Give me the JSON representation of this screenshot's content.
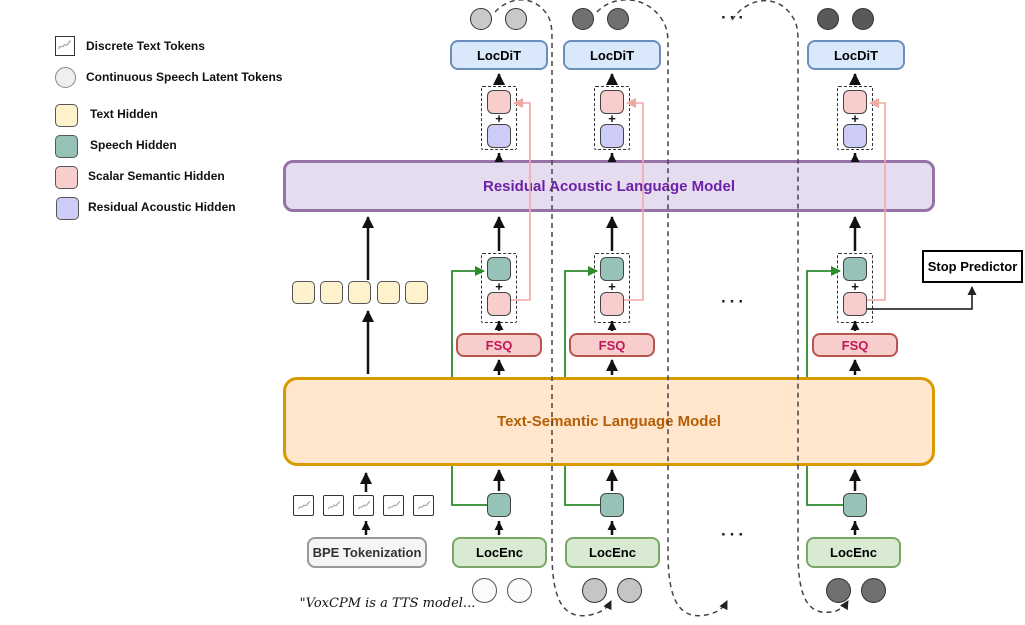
{
  "legend": {
    "items": [
      {
        "label": "Discrete Text Tokens",
        "swatch": "discrete-text-token"
      },
      {
        "label": "Continuous Speech Latent Tokens",
        "swatch": "speech-latent-circle"
      },
      {
        "label": "Text Hidden",
        "swatch": "text-hidden",
        "color": "#fdf2cc"
      },
      {
        "label": "Speech Hidden",
        "swatch": "speech-hidden",
        "color": "#96c2b8"
      },
      {
        "label": "Scalar Semantic Hidden",
        "swatch": "scalar-semantic-hidden",
        "color": "#f8cecc"
      },
      {
        "label": "Residual Acoustic Hidden",
        "swatch": "residual-acoustic-hidden",
        "color": "#ccccf7"
      }
    ]
  },
  "models": {
    "ralm": "Residual Acoustic Language Model",
    "tslm": "Text-Semantic Language Model",
    "locdit": "LocDiT",
    "locenc": "LocEnc",
    "fsq": "FSQ",
    "bpe": "BPE Tokenization",
    "stop_predictor": "Stop Predictor"
  },
  "labels": {
    "plus": "+",
    "ellipsis": "···",
    "quote": "\"VoxCPM is a TTS model...\""
  },
  "colors": {
    "locdit_fill": "#dae8fc",
    "locdit_border": "#6c8ebf",
    "locenc_fill": "#d9ead3",
    "locenc_border": "#7aa765",
    "fsq_fill": "#f8cecc",
    "fsq_border": "#b85450",
    "fsq_text": "#c2185b",
    "ralm_fill": "#e6dcf0",
    "ralm_border": "#9673a6",
    "ralm_text": "#6b21a8",
    "tslm_fill": "#ffe6cc",
    "tslm_border": "#d79b00",
    "tslm_text": "#b45f06",
    "green_line": "#2d8a2d",
    "pink_line": "#eda9a2"
  }
}
